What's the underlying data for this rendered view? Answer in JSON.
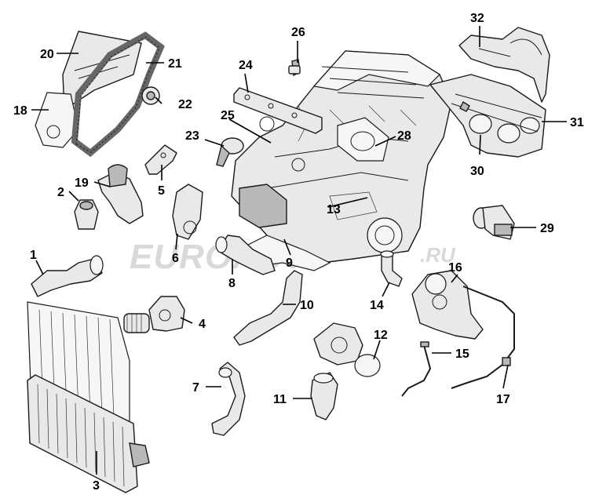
{
  "watermark": {
    "brand": "EUROAUTO",
    "tld": ".RU"
  },
  "callouts": {
    "c1": "1",
    "c2": "2",
    "c3": "3",
    "c4": "4",
    "c5": "5",
    "c6": "6",
    "c7": "7",
    "c8": "8",
    "c9": "9",
    "c10": "10",
    "c11": "11",
    "c12": "12",
    "c13": "13",
    "c14": "14",
    "c15": "15",
    "c16": "16",
    "c17": "17",
    "c18": "18",
    "c19": "19",
    "c20": "20",
    "c21": "21",
    "c22": "22",
    "c23": "23",
    "c24": "24",
    "c25": "25",
    "c26": "26",
    "c28": "28",
    "c29": "29",
    "c30": "30",
    "c31": "31",
    "c32": "32"
  }
}
